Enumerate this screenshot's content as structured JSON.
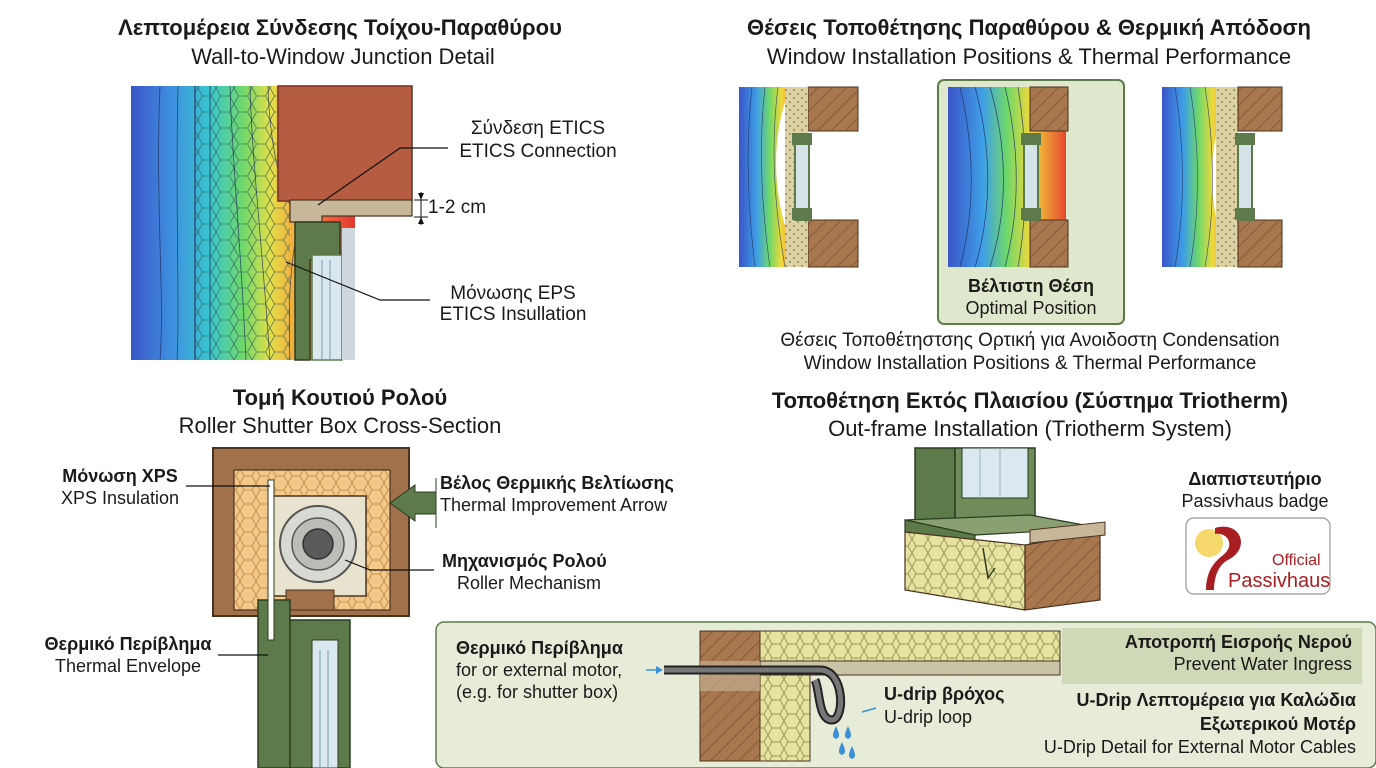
{
  "junction": {
    "title_gr": "Λεπτομέρεια Σύνδεσης Τοίχου-Παραθύρου",
    "title_en": "Wall-to-Window Junction Detail",
    "etics_gr": "Σύνδεση ETICS",
    "etics_en": "ETICS Connection",
    "gap": "1-2 cm",
    "eps_gr": "Μόνωσης EPS",
    "eps_en": "ETICS Insullation"
  },
  "positions": {
    "title_gr": "Θέσεις Τοποθέτησης Παραθύρου & Θερμική Απόδοση",
    "title_en": "Window Installation Positions & Thermal Performance",
    "optimal_gr": "Βέλτιστη Θέση",
    "optimal_en": "Optimal Position",
    "caption_gr": "Θέσεις Τοποθέτηστσης Ορτική για Ανοιδοστη Condensation",
    "caption_en": "Window Installation Positions & Thermal Performance"
  },
  "roller": {
    "title_gr": "Τομή Κουτιού Ρολού",
    "title_en": "Roller Shutter Box Cross-Section",
    "xps_gr": "Μόνωση XPS",
    "xps_en": "XPS Insulation",
    "arrow_gr": "Βέλος Θερμικής Βελτίωσης",
    "arrow_en": "Thermal Improvement Arrow",
    "mech_gr": "Μηχανισμός Ρολού",
    "mech_en": "Roller Mechanism",
    "env_gr": "Θερμικό Περίβλημα",
    "env_en": "Thermal Envelope"
  },
  "outframe": {
    "title_gr": "Τοποθέτηση Εκτός Πλαισίου (Σύστημα Triotherm)",
    "title_en": "Out-frame Installation (Triotherm System)",
    "badge_gr": "Διαπιστευτήριο",
    "badge_en": "Passivhaus badge",
    "badge_official": "Official",
    "badge_name": "Passivhaus"
  },
  "udrip": {
    "env_gr": "Θερμικό Περίβλημα",
    "env_en1": "for  or external motor,",
    "env_en2": "(e.g. for shutter box)",
    "loop_gr": "U-drip βρόχος",
    "loop_en": "U-drip loop",
    "water_gr": "Αποτροπή Εισροής Νερού",
    "water_en": "Prevent Water Ingress",
    "detail_gr1": "U-Drip Λεπτομέρεια για Καλώδια",
    "detail_gr2": "Εξωτερικού Μοτέρ",
    "detail_en": "U-Drip Detail for External Motor Cables"
  },
  "colors": {
    "wood": "#a0714a",
    "frame_green": "#5d7a4a",
    "panel_bg": "#e6ecd8",
    "insulation": "#f2c98a",
    "water": "#3a8fd6"
  }
}
